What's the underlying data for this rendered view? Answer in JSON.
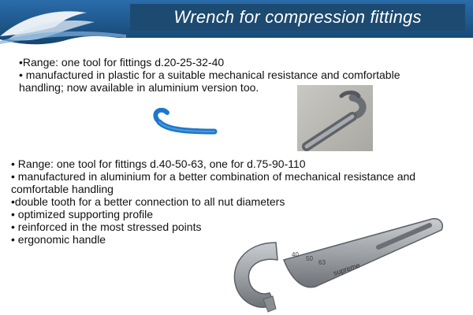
{
  "header": {
    "title": "Wrench for compression fittings"
  },
  "top_bullets": [
    "•Range: one tool for fittings d.20-25-32-40",
    "• manufactured in plastic  for a suitable mechanical resistance and comfortable",
    "handling; now available in aluminium version too."
  ],
  "bottom_bullets": [
    "• Range: one tool for fittings d.40-50-63, one for d.75-90-110",
    "• manufactured in aluminium for a better combination of mechanical resistance and",
    "comfortable handling",
    "•double tooth for a better connection to all nut diameters",
    "• optimized supporting profile",
    "• reinforced in the most stressed points",
    "• ergonomic handle"
  ],
  "wrench_markings": {
    "size_1": "40",
    "size_2": "50",
    "size_3": "63",
    "brand": "supreme"
  },
  "colors": {
    "title_bar": "#1d4a70",
    "banner_blue": "#1f5f97",
    "plastic_wrench": "#1e78c8",
    "aluminium": "#9fa3a8"
  }
}
